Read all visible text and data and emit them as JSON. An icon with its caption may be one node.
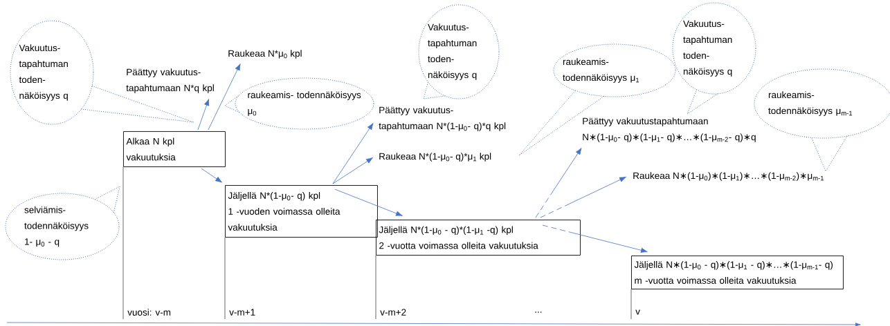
{
  "diagram": {
    "nodes": [
      {
        "text": [
          "Alkaa N kpl vakuutuksia"
        ]
      },
      {
        "text": [
          "Jäljellä N*(1-μ$_{0}$- q) kpl",
          "1 -vuoden voimassa olleita vakuutuksia"
        ]
      },
      {
        "text": [
          "Jäljellä N*(1-μ$_{0}$ - q)*(1-μ$_{1}$ -q) kpl",
          "2 -vuotta voimassa olleita vakuutuksia"
        ]
      },
      {
        "text": [
          "Jäljellä N∗(1-μ$_{0}$ - q)∗(1-μ$_{1}$ - q)∗…∗(1-μ$_{m-1}$- q)",
          "m -vuotta voimassa olleita vakuutuksia"
        ]
      },
      {
        "text": [
          "Päättyy vakuutus- tapahtumaan N*q kpl"
        ]
      },
      {
        "text": [
          "Raukeaa N*μ$_{0}$ kpl"
        ]
      },
      {
        "text": [
          "Päättyy vakuutus- tapahtumaan N*(1-μ$_{0}$- q)*q kpl"
        ]
      },
      {
        "text": [
          "Raukeaa N*(1-μ$_{0}$- q)*μ$_{1}$ kpl"
        ]
      },
      {
        "text": [
          "Päättyy vakuutustapahtumaan N∗(1-μ$_{0}$- q)∗(1-μ$_{1}$- q)∗…∗(1-μ$_{m-2}$- q)∗q"
        ]
      },
      {
        "text": [
          "Raukeaa N∗(1-μ$_{0}$)∗(1-μ$_{1}$)∗…∗(1-μ$_{m-2}$)∗μ$_{m-1}$"
        ]
      },
      {
        "text": [
          "Vakuutus- tapahtuman toden- näköisyys q"
        ]
      },
      {
        "text": [
          "raukeamis- todennäköisyys μ$_{0}$"
        ]
      },
      {
        "text": [
          "selviämis- todennäköisyys 1- μ$_{0}$ - q"
        ]
      },
      {
        "text": [
          "Vakuutus- tapahtuman toden- näköisyys q"
        ]
      },
      {
        "text": [
          "raukeamis- todennäköisyys μ$_{1}$"
        ]
      },
      {
        "text": [
          "Vakuutus- tapahtuman toden- näköisyys q"
        ]
      },
      {
        "text": [
          "raukeamis- todennäköisyys μ$_{m-1}$"
        ]
      },
      {
        "text": [
          "vuosi: v-m"
        ]
      },
      {
        "text": [
          "v-m+1"
        ]
      },
      {
        "text": [
          "v-m+2"
        ]
      },
      {
        "text": [
          "v"
        ]
      }
    ],
    "edges": [
      {
        "from": 0,
        "to": 4,
        "arrow": "to"
      },
      {
        "from": 0,
        "to": 5,
        "arrow": "to"
      },
      {
        "from": 0,
        "to": 1,
        "arrow": "to"
      },
      {
        "from": 1,
        "to": 6,
        "arrow": "to"
      },
      {
        "from": 1,
        "to": 7,
        "arrow": "to"
      },
      {
        "from": 1,
        "to": 2,
        "arrow": "to"
      },
      {
        "from": 2,
        "to": 8,
        "arrow": "to",
        "style": "dashed"
      },
      {
        "from": 2,
        "to": 9,
        "arrow": "to",
        "style": "dashed"
      },
      {
        "from": 2,
        "to": 3,
        "arrow": "to",
        "style": "dashed"
      },
      {
        "from": 0,
        "to": 17,
        "arrow": "none",
        "color": "#000000"
      },
      {
        "from": 1,
        "to": 18,
        "arrow": "none",
        "color": "#000000"
      },
      {
        "from": 2,
        "to": 19,
        "arrow": "none",
        "color": "#000000"
      },
      {
        "from": 3,
        "to": 20,
        "arrow": "none",
        "color": "#000000"
      }
    ],
    "labels": [
      "..."
    ]
  }
}
